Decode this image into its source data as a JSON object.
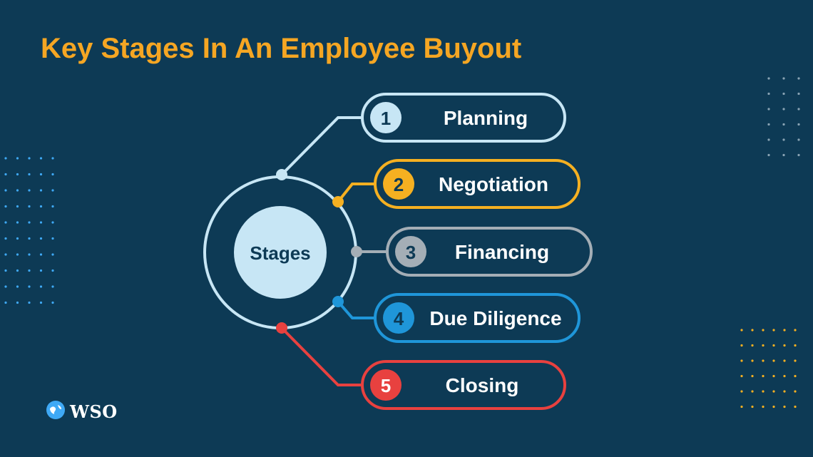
{
  "title": "Key Stages In An Employee Buyout",
  "center_label": "Stages",
  "stages": [
    {
      "number": "1",
      "label": "Planning",
      "color": "#c7e6f5",
      "number_text_color": "#0d3a55"
    },
    {
      "number": "2",
      "label": "Negotiation",
      "color": "#f5b021",
      "number_text_color": "#0d3a55"
    },
    {
      "number": "3",
      "label": "Financing",
      "color": "#a4aeb6",
      "number_text_color": "#0d3a55"
    },
    {
      "number": "4",
      "label": "Due Diligence",
      "color": "#1f96d9",
      "number_text_color": "#0d3a55"
    },
    {
      "number": "5",
      "label": "Closing",
      "color": "#e8413f",
      "number_text_color": "#ffffff"
    }
  ],
  "logo": {
    "text": "WSO",
    "icon": "globe-icon"
  },
  "colors": {
    "background": "#0d3a55",
    "title": "#f5a623",
    "ring": "#c7e6f5",
    "center_fill": "#c7e6f5",
    "center_text": "#0d3a55",
    "pill_text": "#ffffff",
    "dots_light": "#3fa9f5",
    "dots_gold": "#f5b021",
    "dots_white": "#8aa4b4"
  }
}
